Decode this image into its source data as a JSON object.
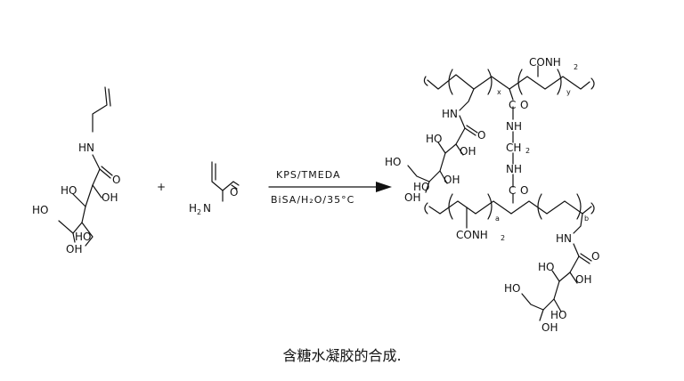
{
  "reaction": {
    "plus": "+",
    "conditions": {
      "line1": "KPS/TMEDA",
      "line2": "BiSA/H₂O/35°C"
    }
  },
  "reactant1": {
    "labels": {
      "nh": "HN",
      "o": "O",
      "ho_top": "HO",
      "oh_right": "OH",
      "ho_left": "HO",
      "ho_mid": "HO",
      "oh_bottom": "OH"
    }
  },
  "reactant2": {
    "labels": {
      "o": "O",
      "h2n": "H",
      "n": "N",
      "sub2": "2"
    }
  },
  "product": {
    "labels": {
      "conh_top": "CONH",
      "sub_top": "2",
      "x": "x",
      "y": "y",
      "co_o1": "O",
      "c1": "C",
      "nh1": "NH",
      "ch": "CH",
      "sub_ch": "2",
      "nh2": "NH",
      "c2": "C",
      "co_o2": "O",
      "a": "a",
      "b": "b",
      "conh_bottom": "CONH",
      "sub_bottom": "2",
      "nh_left": "HN",
      "o_left": "O",
      "ho_l1": "HO",
      "oh_l1": "OH",
      "ho_l2": "HO",
      "oh_l2": "OH",
      "ho_l3": "HO",
      "oh_l3": "OH",
      "hn_right": "HN",
      "o_right": "O",
      "ho_r1": "HO",
      "oh_r1": "OH",
      "ho_r2": "HO",
      "ho_r3": "HO",
      "oh_r3": "OH"
    }
  },
  "caption": "含糖水凝胶的合成."
}
